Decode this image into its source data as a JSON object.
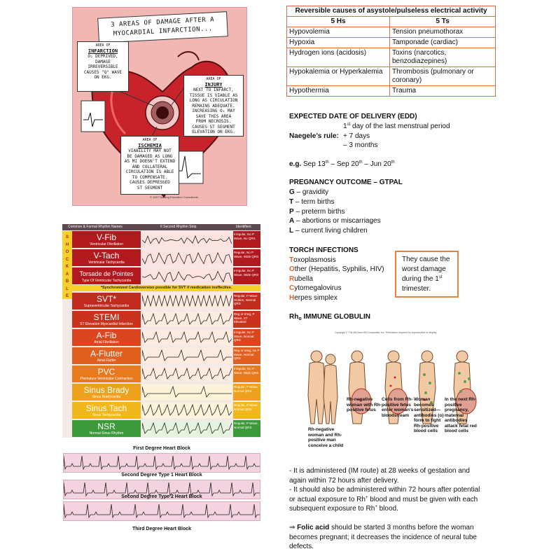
{
  "mi": {
    "title_l1": "3 AREAS OF DAMAGE AFTER A",
    "title_l2": "MYOCARDIAL INFARCTION...",
    "infarction": {
      "hd": "AREA OF",
      "title": "INFARCTION",
      "lines": [
        "O₂ DEPRIVED,",
        "DAMAGE",
        "IRREVERSIBLE",
        "CAUSES \"Q\" WAVE",
        "ON EKG."
      ]
    },
    "injury": {
      "hd": "AREA OF",
      "title": "INJURY",
      "lines": [
        "NEXT TO INFARCT,",
        "TISSUE IS VIABLE AS",
        "LONG AS CIRCULATION",
        "REMAINS ADEQUATE.",
        "INCREASING O₂ MAY",
        "SAVE THIS AREA",
        "FROM NECROSIS.",
        "CAUSES ST SEGMENT",
        "ELEVATION ON EKG."
      ]
    },
    "ischemia": {
      "hd": "AREA OF",
      "title": "ISCHEMIA",
      "lines": [
        "VIABILITY MAY NOT",
        "BE DAMAGED AS LONG",
        "AS MI DOESN'T EXTEND",
        "AND COLLATERAL",
        "CIRCULATION IS ABLE",
        "TO COMPENSATE.",
        "CAUSES DEPRESSED",
        "ST SEGMENT"
      ]
    },
    "footer": "© 1997 Nursing Education Consultants"
  },
  "rhythm": {
    "col1": "Common & Formal Rhythm Names",
    "col2": "6 Second Rhythm Strip",
    "col3": "Identifiers",
    "shockable": "SHOCKABLE",
    "sync_note": "*Synchronized Cardioversion possible for SVT if medication ineffective.",
    "rows": [
      {
        "name": "V-Fib",
        "sub": "Ventricular Fibrillation",
        "ident": "Irregular, No P Wave, No QRS",
        "color": "#b0191e"
      },
      {
        "name": "V-Tach",
        "sub": "Ventricular Tachycardia",
        "ident": "Regular, No P Wave, Wide QRS",
        "color": "#b0191e"
      },
      {
        "name": "Torsade de Pointes",
        "sub": "Type Of Ventricular Tachycardia",
        "ident": "Irregular, No P Wave, Wide QRS",
        "color": "#b0191e"
      },
      {
        "name": "SVT*",
        "sub": "Supraventricular Tachycardia",
        "ident": "Regular, P Wave Hidden, Normal QRS",
        "color": "#c02a1f"
      },
      {
        "name": "STEMI",
        "sub": "ST Elevation Myocardial Infarction",
        "ident": "Reg or Irreg, P Wave, ST Elevated",
        "color": "#c8321f"
      },
      {
        "name": "A-Fib",
        "sub": "Atrial Fibrillation",
        "ident": "Irregular, No P Wave, Normal QRS",
        "color": "#d9461f"
      },
      {
        "name": "A-Flutter",
        "sub": "Atrial Flutter",
        "ident": "Reg or Irreg, No P Wave, Normal QRS",
        "color": "#e2601f"
      },
      {
        "name": "PVC",
        "sub": "Premature Ventricular Contraction",
        "ident": "Irregular, No P Wave, Wide QRS",
        "color": "#e87a1e"
      },
      {
        "name": "Sinus Brady",
        "sub": "Sinus Bradycardia",
        "ident": "Regular, P Wave, Normal QRS",
        "color": "#eda21d"
      },
      {
        "name": "Sinus Tach",
        "sub": "Sinus Tachycardia",
        "ident": "Regular, P Wave, Normal QRS",
        "color": "#f0b81c"
      },
      {
        "name": "NSR",
        "sub": "Normal Sinus Rhythm",
        "ident": "Regular, P Wave, Normal QRS",
        "color": "#3d9a3a"
      }
    ]
  },
  "heart_blocks": [
    "First Degree Heart Block",
    "Second Degree Type 1 Heart Block",
    "Second Degree Type 2 Heart Block",
    "Third Degree Heart Block"
  ],
  "hts": {
    "title": "Reversible causes of asystole/pulseless electrical activity",
    "h1": "5 Hs",
    "h2": "5 Ts",
    "rows": [
      [
        "Hypovolemia",
        "Tension pneumothorax"
      ],
      [
        "Hypoxia",
        "Tamponade (cardiac)"
      ],
      [
        "Hydrogen ions (acidosis)",
        "Toxins (narcotics, benzodiazepines)"
      ],
      [
        "Hypokalemia or Hyperkalemia",
        "Thrombosis (pulmonary or coronary)"
      ],
      [
        "Hypothermia",
        "Trauma"
      ]
    ]
  },
  "edd": {
    "heading": "EXPECTED DATE OF DELIVERY (EDD)",
    "line1_pre": "1",
    "line1_sup": "st",
    "line1_post": " day of the last menstrual period",
    "rule_label": "Naegele’s rule:",
    "line2": "+ 7 days",
    "line3": "– 3 months",
    "eg_label": "e.g.",
    "eg_a": "Sep 13",
    "eg_b": "Sep 20",
    "eg_c": "Jun 20",
    "th": "th",
    "dash": " – "
  },
  "gtpal": {
    "heading": "PREGNANCY OUTCOME – GTPAL",
    "items": [
      [
        "G",
        " – gravidity"
      ],
      [
        "T",
        " – term births"
      ],
      [
        "P",
        " – preterm births"
      ],
      [
        "A",
        " – abortions or miscarriages"
      ],
      [
        "L",
        " – current living children"
      ]
    ]
  },
  "torch": {
    "heading": "TORCH INFECTIONS",
    "items": [
      [
        "T",
        "oxoplasmosis"
      ],
      [
        "O",
        "ther (Hepatitis, Syphilis, HIV)"
      ],
      [
        "R",
        "ubella"
      ],
      [
        "C",
        "ytomegalovirus"
      ],
      [
        "H",
        "erpes simplex"
      ]
    ],
    "box_l1": "They cause the",
    "box_l2": "worst damage",
    "box_l3_pre": "during the 1",
    "box_l3_sup": "st",
    "box_l4": "trimester."
  },
  "rhogam": {
    "heading_pre": "Rh",
    "heading_sub": "o",
    "heading_post": " IMMUNE GLOBULIN",
    "copyright": "Copyright © The McGraw-Hill Companies, Inc. Permission required for reproduction or display.",
    "captions": [
      "Rh-negative woman with Rh-positive fetus",
      "Cells from Rh-positive fetus enter woman's bloodstream",
      "Woman becomes sensitized— antibodies (o) form to fight Rh-positive blood cells",
      "In the next Rh-positive pregnancy, maternal antibodies attack fetal red blood cells",
      "Rh-negative woman and Rh-positive man conceive a child"
    ],
    "p1": "- It is administered (IM route) at 28 weeks of gestation and",
    "p1b": "again within 72 hours after delivery.",
    "p2": "- It should also be administered within 72 hours after potential",
    "p2b_pre": "or actual exposure to Rh",
    "p2b_sup": "+",
    "p2b_post": " blood and must be given with each",
    "p3_pre": "subsequent exposure to Rh",
    "p3_sup": "+",
    "p3_post": " blood.",
    "arrow": "⇒",
    "folic_bold": "Folic acid",
    "folic_rest": " should be started 3 months before the woman",
    "folic2": "becomes pregnant; it decreases the incidence of neural tube",
    "folic3": "defects."
  }
}
